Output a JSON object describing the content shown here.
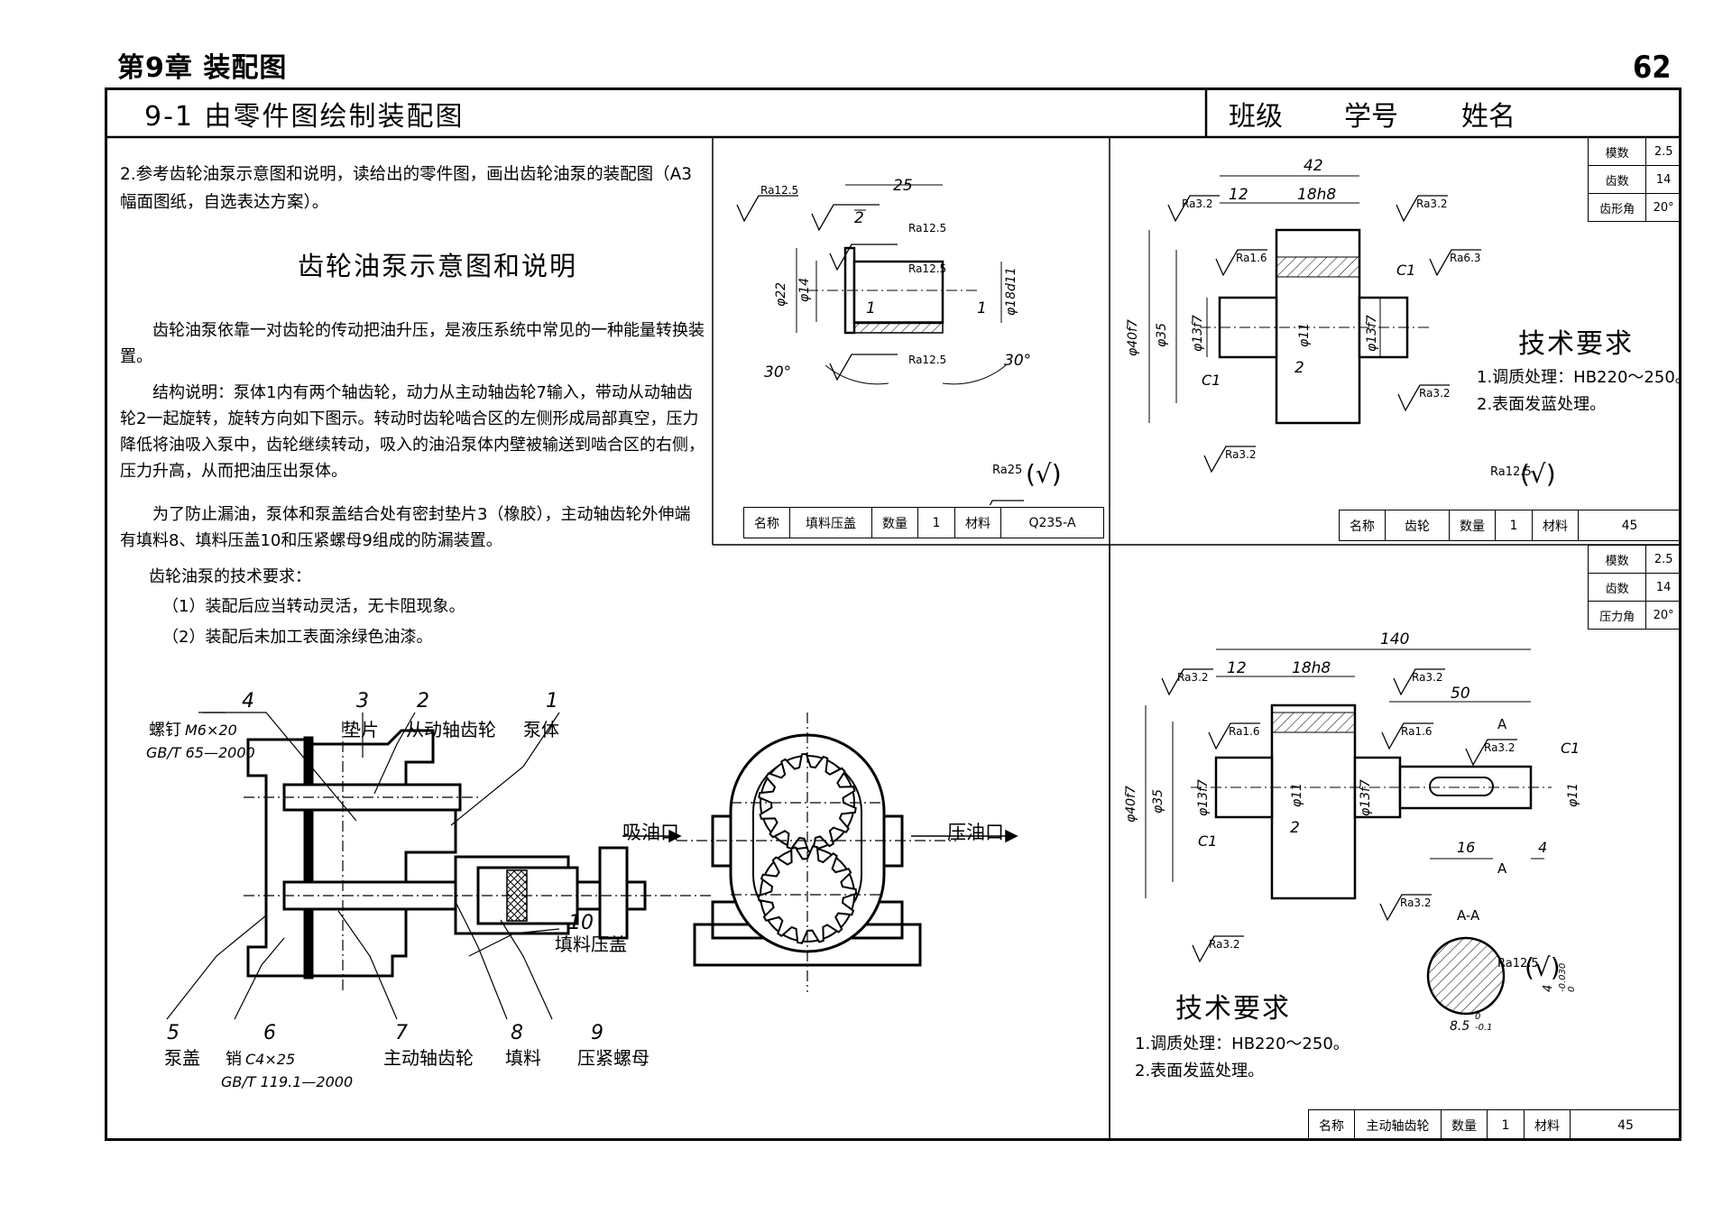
{
  "header": {
    "chapter": "第9章   装配图",
    "page_number": "62",
    "section": "9-1   由零件图绘制装配图",
    "class_label": "班级",
    "id_label": "学号",
    "name_label": "姓名"
  },
  "task": {
    "intro": "2.参考齿轮油泵示意图和说明，读给出的零件图，画出齿轮油泵的装配图（A3幅面图纸，自选表达方案）。",
    "subtitle": "齿轮油泵示意图和说明",
    "para1": "齿轮油泵依靠一对齿轮的传动把油升压，是液压系统中常见的一种能量转换装置。",
    "para2": "结构说明：泵体1内有两个轴齿轮，动力从主动轴齿轮7输入，带动从动轴齿轮2一起旋转，旋转方向如下图示。转动时齿轮啮合区的左侧形成局部真空，压力降低将油吸入泵中，齿轮继续转动，吸入的油沿泵体内壁被输送到啮合区的右侧，压力升高，从而把油压出泵体。",
    "para3": "为了防止漏油，泵体和泵盖结合处有密封垫片3（橡胶），主动轴齿轮外伸端有填料8、填料压盖10和压紧螺母9组成的防漏装置。",
    "tech_title": "齿轮油泵的技术要求：",
    "tech_1": "（1）装配后应当转动灵活，无卡阻现象。",
    "tech_2": "（2）装配后未加工表面涂绿色油漆。"
  },
  "schematic": {
    "balloons": [
      "1",
      "2",
      "3",
      "4",
      "5",
      "6",
      "7",
      "8",
      "9",
      "10"
    ],
    "label_pump_body": "泵体",
    "label_driven_gear": "从动轴齿轮",
    "label_gasket": "垫片",
    "label_screw": "螺钉",
    "label_screw_spec": "M6×20",
    "label_screw_std": "GB/T 65—2000",
    "label_cover": "泵盖",
    "label_pin": "销",
    "label_pin_spec": "C4×25",
    "label_pin_std": "GB/T 119.1—2000",
    "label_drive_gear": "主动轴齿轮",
    "label_packing": "填料",
    "label_nut": "压紧螺母",
    "label_gland": "填料压盖",
    "label_inlet": "吸油口",
    "label_outlet": "压油口"
  },
  "gland_drawing": {
    "dims": [
      "25",
      "2",
      "φ22",
      "φ14",
      "1",
      "1",
      "φ18d11",
      "30°",
      "30°"
    ],
    "roughness": [
      "Ra12.5",
      "Ra12.5",
      "Ra12.5",
      "Ra12.5",
      "Ra25"
    ],
    "check": "(√)",
    "title_block": {
      "name_label": "名称",
      "name": "填料压盖",
      "qty_label": "数量",
      "qty": "1",
      "mat_label": "材料",
      "mat": "Q235-A"
    }
  },
  "gear_drawing": {
    "params": [
      [
        "模数",
        "2.5"
      ],
      [
        "齿数",
        "14"
      ],
      [
        "齿形角",
        "20°"
      ]
    ],
    "dims": [
      "42",
      "12",
      "18h8",
      "C1",
      "φ40f7",
      "φ35",
      "φ13f7",
      "φ11",
      "φ13f7",
      "C1",
      "2"
    ],
    "roughness": [
      "Ra3.2",
      "Ra3.2",
      "Ra1.6",
      "Ra6.3",
      "Ra3.2",
      "Ra3.2",
      "Ra12.5"
    ],
    "req_title": "技术要求",
    "req_1": "1.调质处理：HB220～250。",
    "req_2": "2.表面发蓝处理。",
    "check": "(√)",
    "title_block": {
      "name_label": "名称",
      "name": "齿轮",
      "qty_label": "数量",
      "qty": "1",
      "mat_label": "材料",
      "mat": "45"
    }
  },
  "shaft_drawing": {
    "params": [
      [
        "模数",
        "2.5"
      ],
      [
        "齿数",
        "14"
      ],
      [
        "压力角",
        "20°"
      ]
    ],
    "dims": [
      "140",
      "12",
      "18h8",
      "50",
      "C1",
      "φ40f7",
      "φ35",
      "φ13f7",
      "φ11",
      "φ13f7",
      "φ11",
      "C1",
      "2",
      "16",
      "4",
      "A",
      "A",
      "A-A",
      "8.5",
      "-0.1",
      "0",
      "4",
      "-0.030",
      "0"
    ],
    "roughness": [
      "Ra3.2",
      "Ra3.2",
      "Ra1.6",
      "Ra1.6",
      "Ra3.2",
      "Ra3.2",
      "Ra3.2",
      "Ra12.5"
    ],
    "req_title": "技术要求",
    "req_1": "1.调质处理：HB220～250。",
    "req_2": "2.表面发蓝处理。",
    "check": "(√)",
    "title_block": {
      "name_label": "名称",
      "name": "主动轴齿轮",
      "qty_label": "数量",
      "qty": "1",
      "mat_label": "材料",
      "mat": "45"
    }
  }
}
